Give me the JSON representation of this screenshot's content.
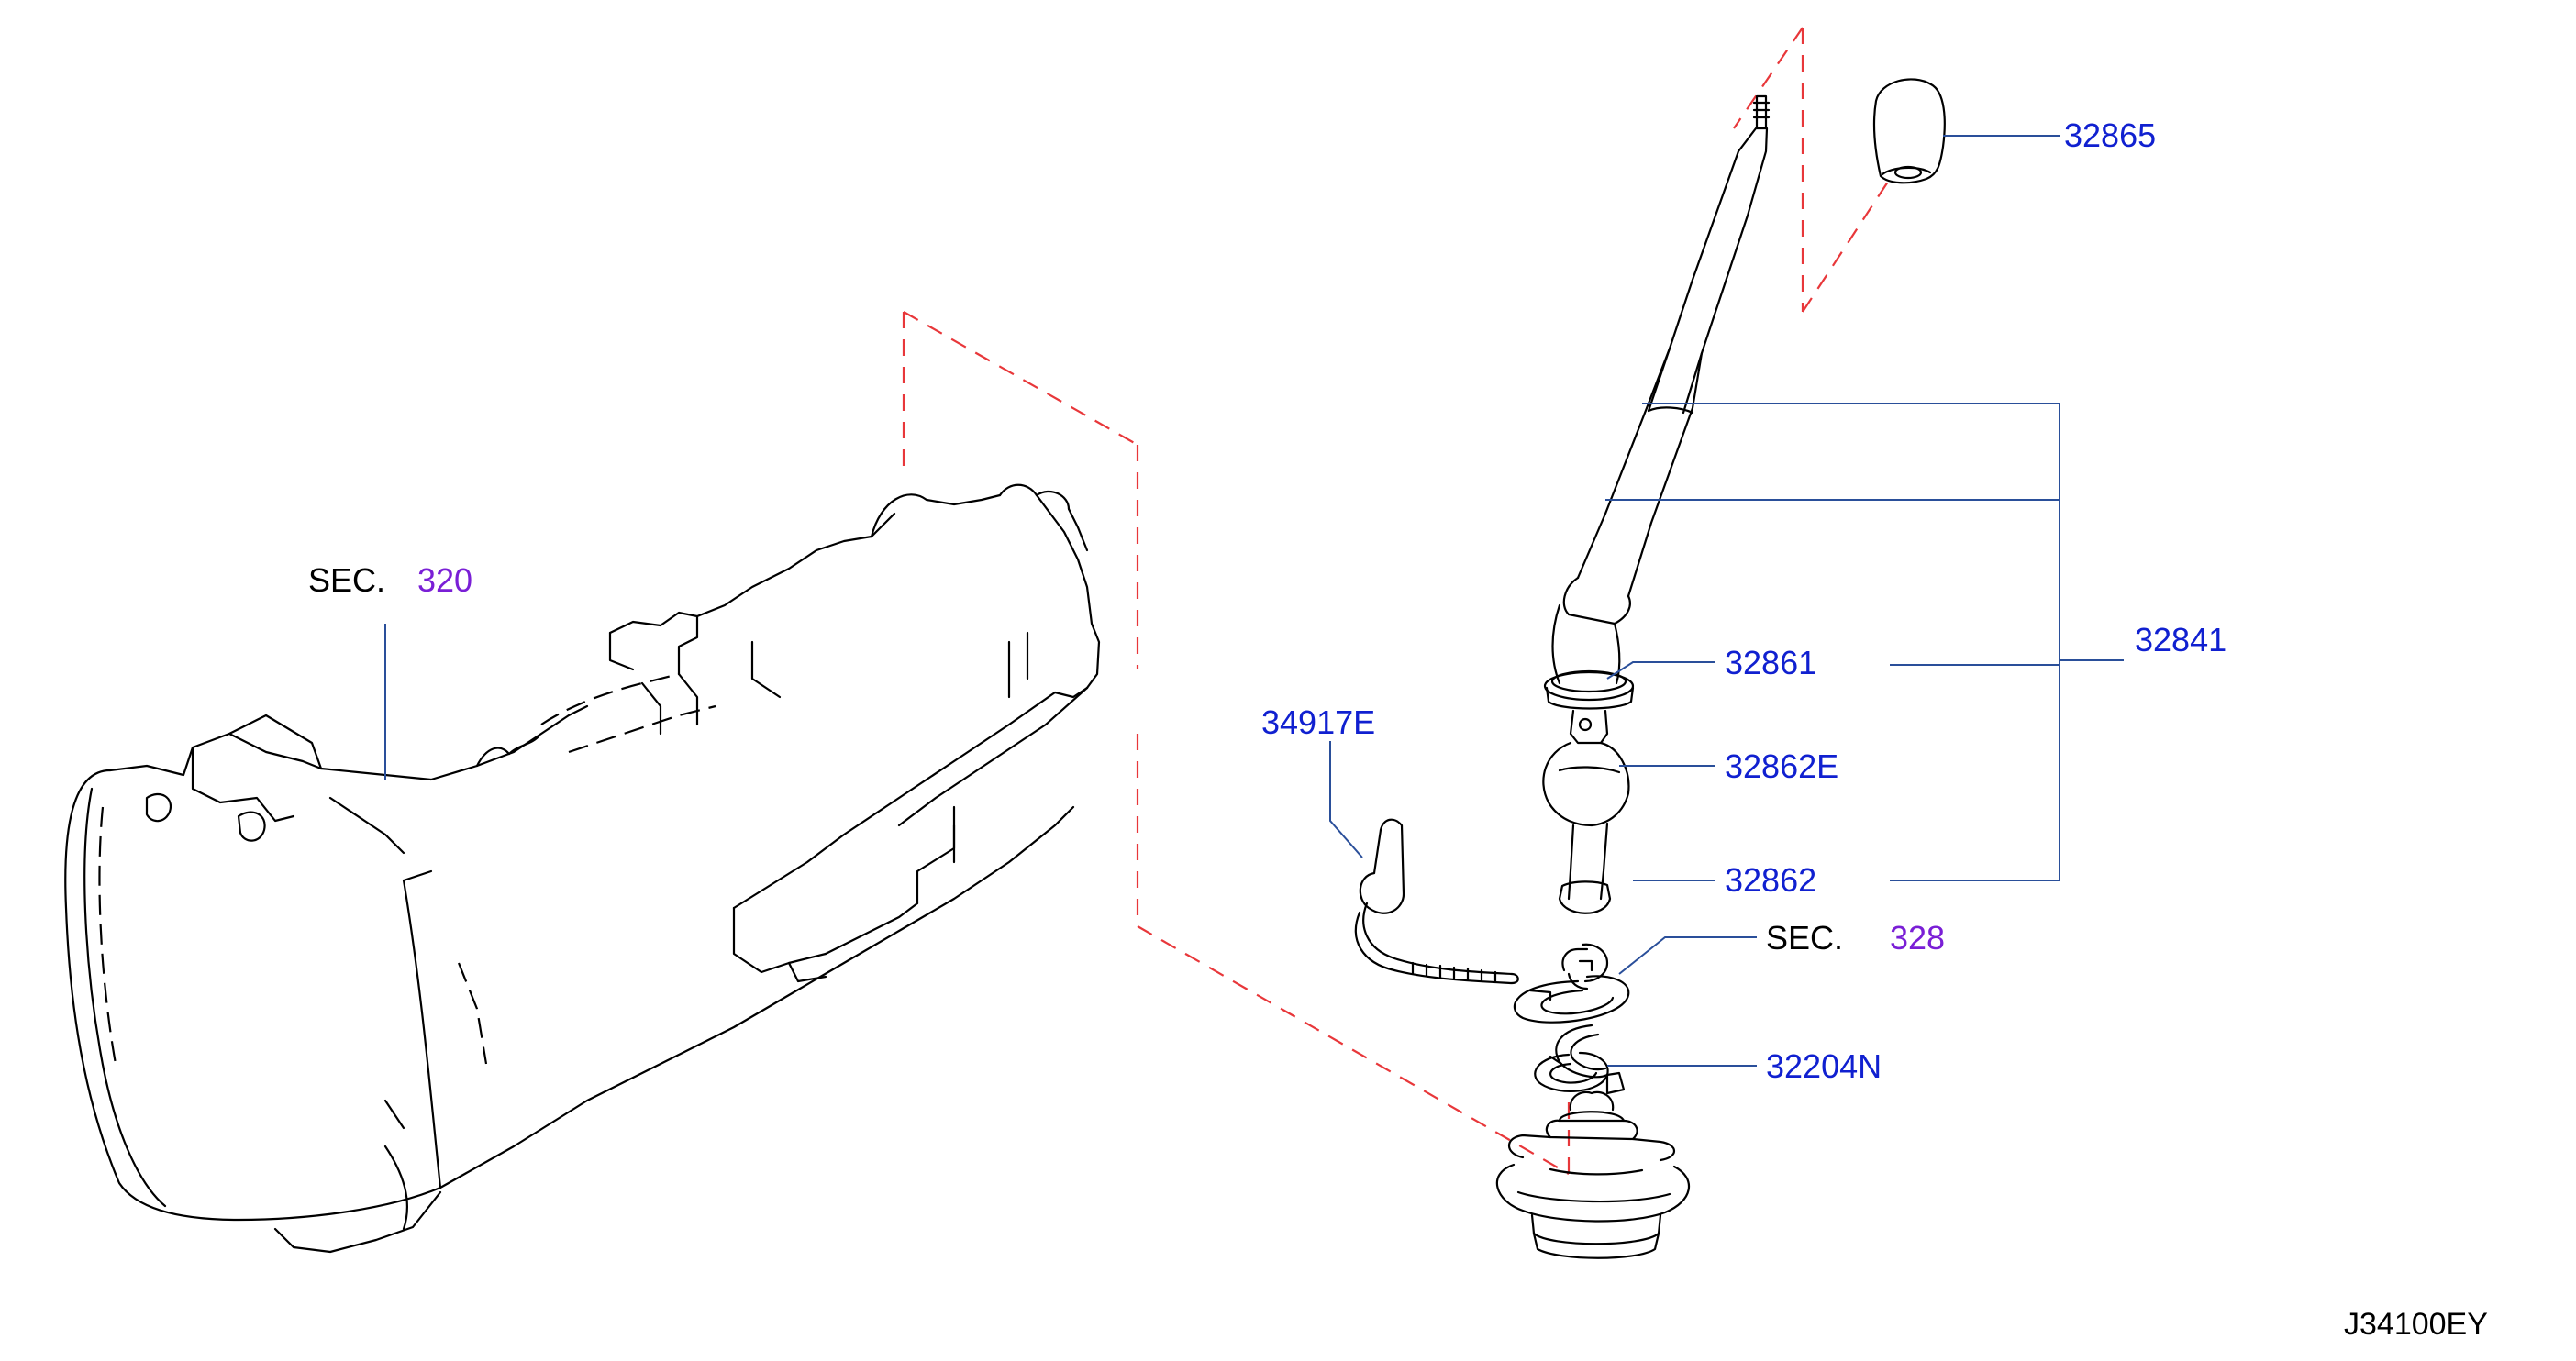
{
  "diagram": {
    "code": "J34100EY",
    "sections": [
      {
        "prefix": "SEC.",
        "ref": "320"
      },
      {
        "prefix": "SEC.",
        "ref": "328"
      }
    ],
    "parts": {
      "knob": "32865",
      "lever_assembly": "32841",
      "bushing": "32861",
      "clip": "32862E",
      "boot": "32862",
      "band": "34917E",
      "snap_ring": "32204N"
    },
    "colors": {
      "part_label": "#1020d0",
      "section_ref": "#7a1fd6",
      "leader_line": "#2a4f9a",
      "phantom_line": "#e8373a",
      "outline": "#000000"
    }
  }
}
